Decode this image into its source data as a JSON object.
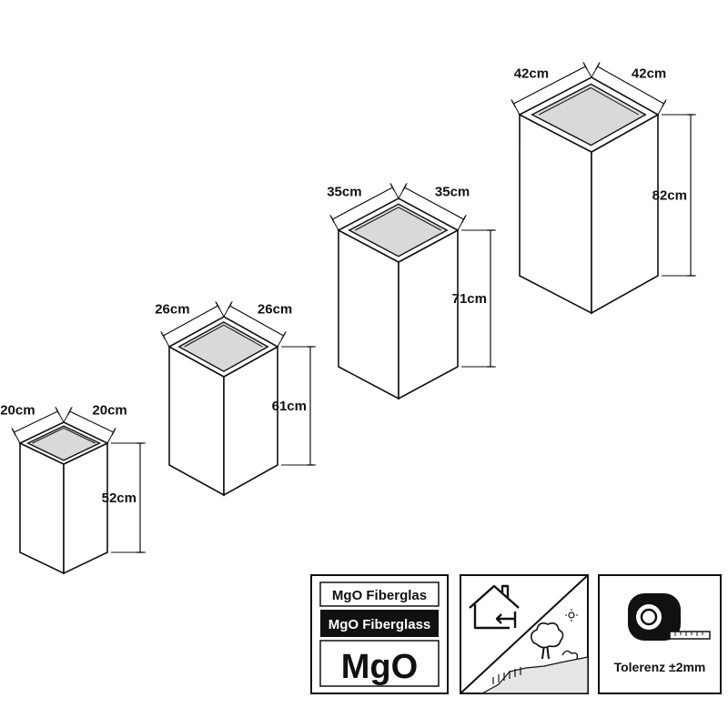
{
  "planters": [
    {
      "width": "20cm",
      "depth": "20cm",
      "height": "52cm"
    },
    {
      "width": "26cm",
      "depth": "26cm",
      "height": "61cm"
    },
    {
      "width": "35cm",
      "depth": "35cm",
      "height": "71cm"
    },
    {
      "width": "42cm",
      "depth": "42cm",
      "height": "82cm"
    }
  ],
  "badges": {
    "material": {
      "line1": "MgO Fiberglas",
      "line2": "MgO Fiberglass",
      "line3": "MgO"
    },
    "usage": {
      "indoor_icon": "house-icon",
      "outdoor_icon": "garden-icon"
    },
    "tolerance": {
      "label": "Tolerenz ±2mm",
      "icon": "tape-measure-icon"
    }
  },
  "colors": {
    "outline": "#111111",
    "inner": "#d9d9d9",
    "body": "#ffffff",
    "dark": "#111111"
  }
}
